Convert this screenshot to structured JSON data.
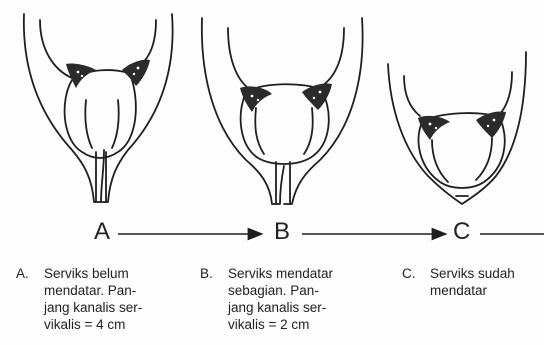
{
  "sequence": {
    "a": "A",
    "b": "B",
    "c": "C"
  },
  "captions": [
    {
      "key": "A.",
      "lines": [
        "Serviks belum",
        "mendatar. Pan-",
        "jang kanalis ser-",
        "vikalis = 4 cm"
      ]
    },
    {
      "key": "B.",
      "lines": [
        "Serviks mendatar",
        "sebagian. Pan-",
        "jang kanalis ser-",
        "vikalis = 2 cm"
      ]
    },
    {
      "key": "C.",
      "lines": [
        "Serviks sudah",
        "mendatar"
      ]
    }
  ],
  "colors": {
    "ink": "#1f1f1f",
    "shading": "#2b2b2b",
    "background": "#fdfdfd"
  }
}
